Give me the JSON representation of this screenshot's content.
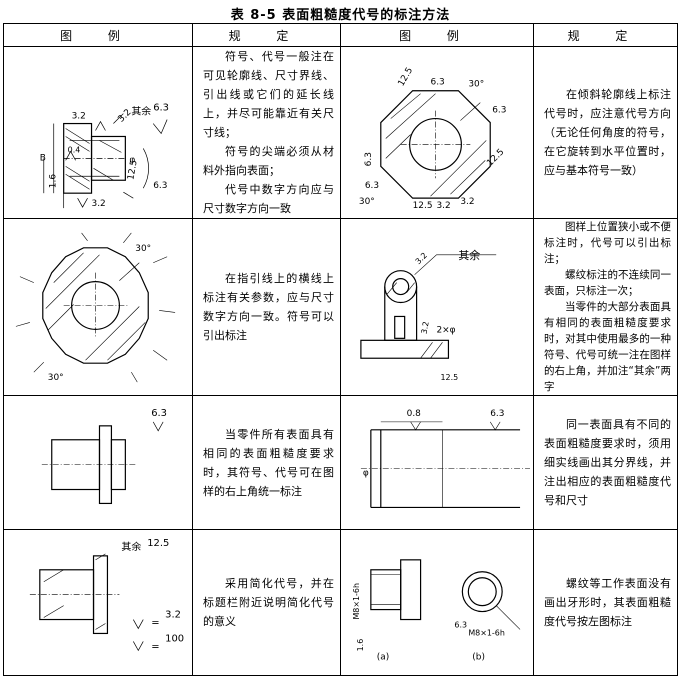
{
  "title": "表 8-5   表面粗糙度代号的标注方法",
  "headers": [
    "图  例",
    "规  定",
    "图  例",
    "规  定"
  ],
  "rows": [
    {
      "left_rule": [
        "符号、代号一般注在可见轮廓线、尺寸界线、引出线或它们的延长线上，并尽可能靠近有关尺寸线；",
        "符号的尖端必须从材料外指向表面；",
        "代号中数字方向应与尺寸数字方向一致"
      ],
      "left_fig": {
        "other": "其余",
        "r1": "6.3",
        "r2": "3.2",
        "r3": "12.5",
        "r4": "6.3",
        "r5": "3.2",
        "r6": "3.2",
        "d1": "B",
        "d2": "1.6",
        "d3": "0.4",
        "d4": "φ"
      },
      "right_rule": [
        "在倾斜轮廓线上标注代号时，应注意代号方向（无论任何角度的符号，在它旋转到水平位置时，应与基本符号一致）"
      ],
      "right_fig": {
        "a": "12.5",
        "b": "6.3",
        "c": "30°",
        "d": "6.3",
        "e": "6.3",
        "f": "6.3",
        "g": "3.2",
        "h": "12.5",
        "i": "3.2",
        "j": "12.5",
        "k": "30°"
      }
    },
    {
      "left_rule": [
        "在指引线上的横线上标注有关参数，应与尺寸数字方向一致。符号可以引出标注"
      ],
      "left_fig": {
        "a1": "30°",
        "a2": "30°"
      },
      "right_rule": [
        "图样上位置狭小或不便标注时，代号可以引出标注；",
        "螺纹标注的不连续同一表面，只标注一次；",
        "当零件的大部分表面具有相同的表面粗糙度要求时，对其中使用最多的一种符号、代号可统一注在图样的右上角，并加注“其余”两字"
      ],
      "right_fig": {
        "other": "其余",
        "r1": "3.2",
        "r2": "3.2",
        "r3": "12.5",
        "r4": "2×φ"
      }
    },
    {
      "left_rule": [
        "当零件所有表面具有相同的表面粗糙度要求时，其符号、代号可在图样的右上角统一标注"
      ],
      "left_fig": {
        "r1": "6.3"
      },
      "right_rule": [
        "同一表面具有不同的表面粗糙度要求时，须用细实线画出其分界线，并注出相应的表面粗糙度代号和尺寸"
      ],
      "right_fig": {
        "r1": "0.8",
        "r2": "6.3",
        "d1": "φ"
      }
    },
    {
      "left_rule": [
        "采用简化代号，并在标题栏附近说明简化代号的意义"
      ],
      "left_fig": {
        "other": "其余",
        "r1": "12.5",
        "r2": "3.2",
        "r3": "100",
        "eq": "="
      },
      "right_rule": [
        "螺纹等工作表面没有画出牙形时，其表面粗糙度代号按左图标注"
      ],
      "right_fig": {
        "t1": "M8×1-6h",
        "t2": "1.6",
        "t3": "M8×1-6h",
        "t4": "6.3",
        "a": "(a)",
        "b": "(b)"
      }
    }
  ]
}
